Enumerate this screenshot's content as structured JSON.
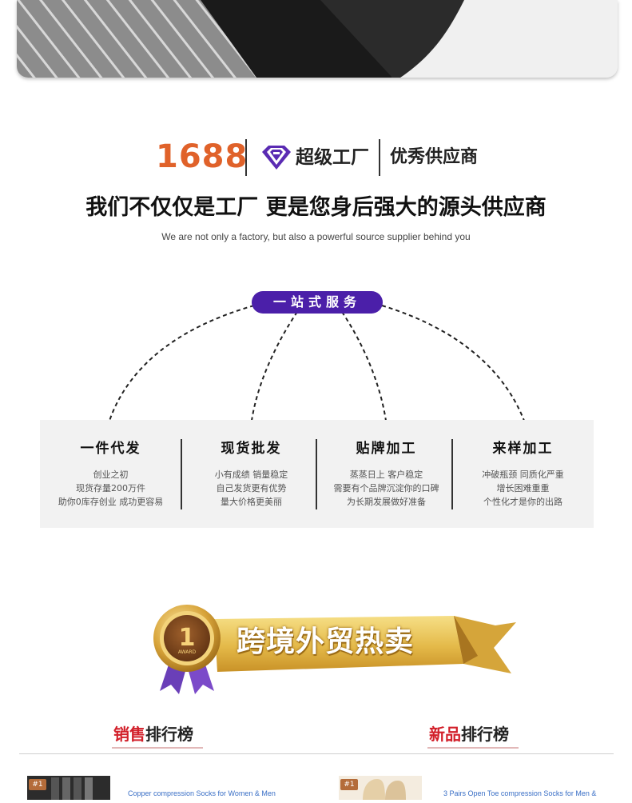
{
  "header": {
    "logo_text": "1688",
    "super_factory": "超级工厂",
    "excellent_supplier": "优秀供应商",
    "headline": "我们不仅仅是工厂 更是您身后强大的源头供应商",
    "subline": "We are not only a factory, but also a powerful source supplier behind you"
  },
  "service": {
    "pill_label": "一站式服务",
    "items": [
      {
        "title": "一件代发",
        "lines": [
          "创业之初",
          "现货存量200万件",
          "助你0库存创业 成功更容易"
        ]
      },
      {
        "title": "现货批发",
        "lines": [
          "小有成绩 销量稳定",
          "自己发货更有优势",
          "量大价格更美丽"
        ]
      },
      {
        "title": "贴牌加工",
        "lines": [
          "蒸蒸日上 客户稳定",
          "需要有个品牌沉淀你的口碑",
          "为长期发展做好准备"
        ]
      },
      {
        "title": "来样加工",
        "lines": [
          "冲破瓶颈 同质化严重",
          "增长困难重重",
          "个性化才是你的出路"
        ]
      }
    ]
  },
  "banner": {
    "medal_number": "1",
    "medal_text": "AWARD",
    "title": "跨境外贸热卖"
  },
  "ranking": {
    "sales_tab": {
      "highlight": "销售",
      "rest": "排行榜"
    },
    "new_tab": {
      "highlight": "新品",
      "rest": "排行榜"
    },
    "items": [
      {
        "rank": "#1",
        "title": "Copper compression Socks for Women & Men"
      },
      {
        "rank": "#1",
        "title": "3 Pairs Open Toe compression Socks for Men &"
      }
    ]
  },
  "colors": {
    "brand_orange": "#e0622a",
    "pill_purple": "#4b1fa9",
    "rank_red": "#d2202a",
    "gold": "#e8c35a"
  }
}
